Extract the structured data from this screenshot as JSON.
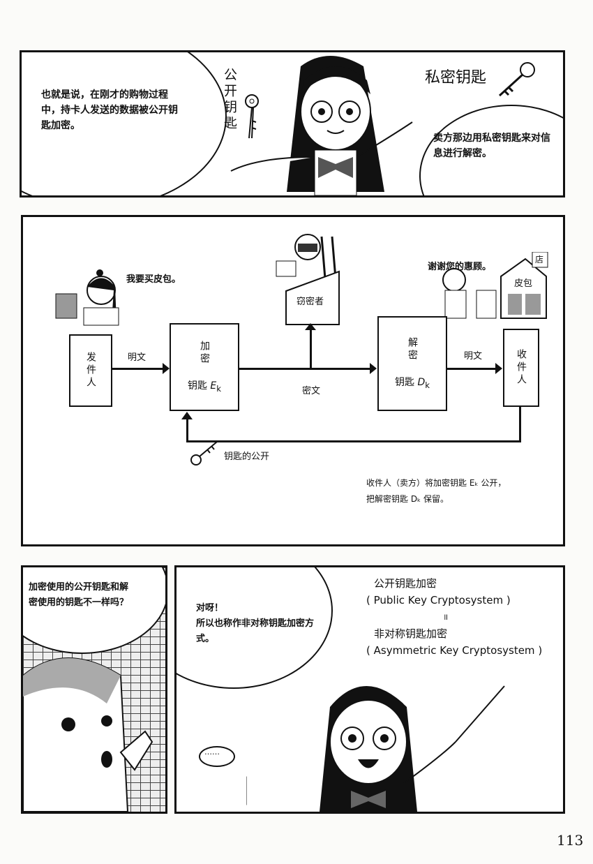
{
  "panel1": {
    "left_bubble": "也就是说，在刚才的购物过程中，持卡人发送的数据被公开钥匙加密。",
    "public_key_label": "公开钥匙",
    "private_key_label": "私密钥匙",
    "right_bubble": "卖方那边用私密钥匙来对信息进行解密。"
  },
  "panel2": {
    "sender_speech": "我要买皮包。",
    "receiver_speech": "谢谢您的惠顾。",
    "shop_sign": "店",
    "shop_label": "皮包",
    "sender": "发件人",
    "plaintext1": "明文",
    "encrypt": "加密",
    "encrypt_key": "钥匙",
    "encrypt_key_sym": "E",
    "encrypt_key_sub": "k",
    "ciphertext": "密文",
    "eavesdropper": "窃密者",
    "decrypt": "解密",
    "decrypt_key": "钥匙",
    "decrypt_key_sym": "D",
    "decrypt_key_sub": "k",
    "plaintext2": "明文",
    "receiver": "收件人",
    "key_publish": "钥匙的公开",
    "caption1": "收件人（卖方）将加密钥匙 Eₖ 公开，",
    "caption2": "把解密钥匙 Dₖ 保留。"
  },
  "panel3": {
    "bubble": "加密使用的公开钥匙和解密使用的钥匙不一样吗？"
  },
  "panel4": {
    "bubble1": "对呀！",
    "bubble2": "所以也称作非对称钥匙加密方式。",
    "term1": "公开钥匙加密",
    "term1_en": "( Public Key Cryptosystem )",
    "equals": "॥",
    "term2": "非对称钥匙加密",
    "term2_en": "( Asymmetric Key Cryptosystem )",
    "small_bubble": "……"
  },
  "page_number": "113"
}
